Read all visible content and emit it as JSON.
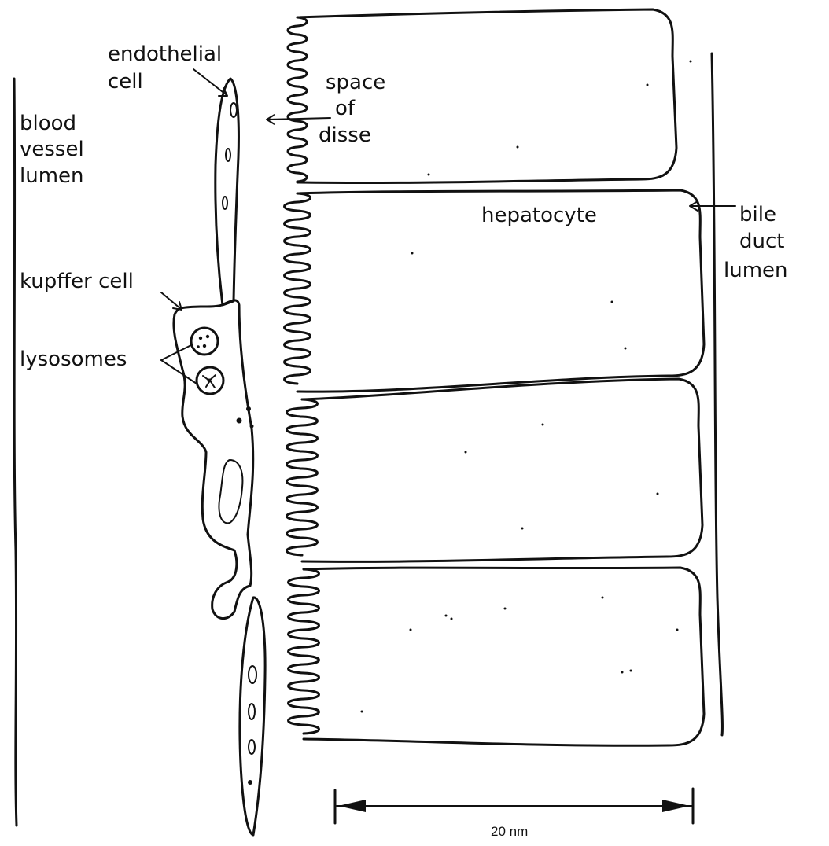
{
  "labels": {
    "endothelial": [
      "endothelial",
      "cell"
    ],
    "space_of_disse": [
      "space",
      "of",
      "disse"
    ],
    "blood_vessel": [
      "blood",
      "vessel",
      "lumen"
    ],
    "hepatocyte": "hepatocyte",
    "bile_duct": [
      "bile",
      "duct",
      "lumen"
    ],
    "kupffer": "kupffer cell",
    "lysosomes": "lysosomes"
  },
  "scale_bar": {
    "label": "20 nm"
  }
}
